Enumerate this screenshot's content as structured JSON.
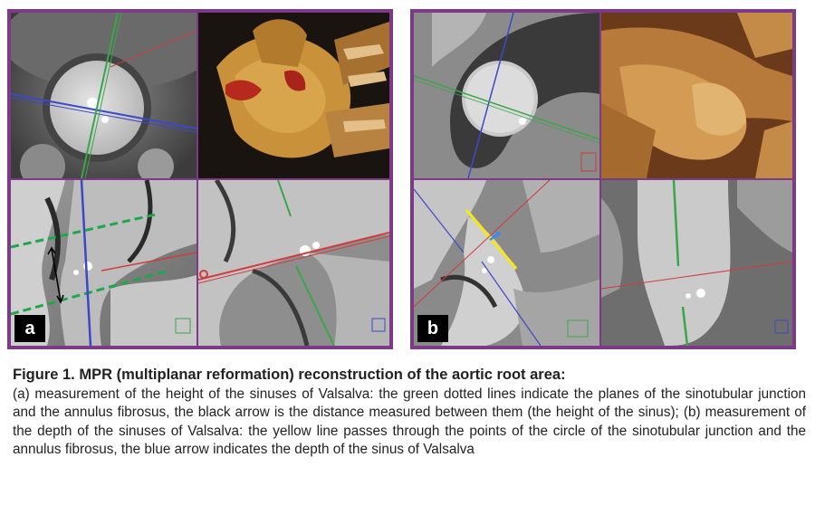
{
  "figure": {
    "panel_a_label": "a",
    "panel_b_label": "b"
  },
  "caption": {
    "title": "Figure 1. MPR (multiplanar reformation) reconstruction of the aortic root area:",
    "body": "(a) measurement of the height of the sinuses of Valsalva: the green dotted lines indicate the planes of the sinotubular junction and the annulus fibrosus, the black arrow is the distance measured between them (the height of the sinus); (b) measurement of the depth of the sinuses of Valsalva: the yellow line passes through the points of the circle of the sinotubular junction and the annulus fibrosus, the blue arrow indicates the depth of the sinus of Valsalva"
  },
  "colors": {
    "frame": "#7d3a86",
    "caption_text": "#222222",
    "green_dotted": "#1ea84a",
    "yellow_line": "#f2e52a",
    "blue_line": "#3d48c8",
    "red_line": "#d23b3b",
    "green_line": "#3aa64a"
  }
}
